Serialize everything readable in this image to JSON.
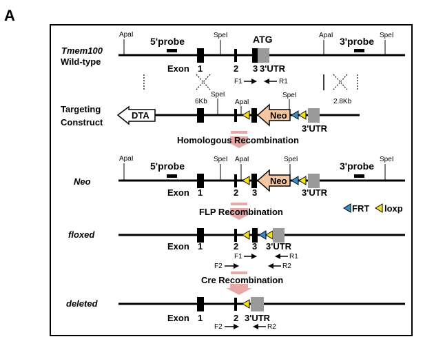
{
  "panel_label": "A",
  "legend": {
    "frt": "FRT",
    "loxp": "loxp"
  },
  "colors": {
    "frt": "#3a8ec6",
    "loxp": "#f2e21c",
    "neo": "#f6c6a3",
    "utr": "#9a9a9a",
    "arrow_pink": "#e8a8a8"
  },
  "rows": {
    "wildtype": {
      "label_line1": "Tmem100",
      "label_line2": "Wild-type",
      "sites": [
        "ApaI",
        "SpeI",
        "ApaI",
        "SpeI"
      ],
      "probe5": "5'probe",
      "probe3": "3'probe",
      "atg": "ATG",
      "exon_label": "Exon",
      "exon1": "1",
      "exon2": "2",
      "exon3": "3",
      "utr": "3'UTR",
      "primer_f1": "F1",
      "primer_r1": "R1"
    },
    "targeting": {
      "label_line1": "Targeting",
      "label_line2": "Construct",
      "dta": "DTA",
      "neo": "Neo",
      "utr": "3'UTR",
      "left_arm": "6Kb",
      "right_arm": "2.8Kb",
      "sites": [
        "SpeI",
        "ApaI",
        "SpeI"
      ]
    },
    "neo": {
      "label": "Neo",
      "sites": [
        "ApaI",
        "SpeI",
        "ApaI",
        "SpeI",
        "SpeI"
      ],
      "probe5": "5'probe",
      "probe3": "3'probe",
      "neo": "Neo",
      "exon_label": "Exon",
      "exon1": "1",
      "exon2": "2",
      "exon3": "3",
      "utr": "3'UTR"
    },
    "floxed": {
      "label": "floxed",
      "exon_label": "Exon",
      "exon1": "1",
      "exon2": "2",
      "exon3": "3",
      "utr": "3'UTR",
      "primer_f1": "F1",
      "primer_r1": "R1",
      "primer_f2": "F2",
      "primer_r2": "R2"
    },
    "deleted": {
      "label": "deleted",
      "exon_label": "Exon",
      "exon1": "1",
      "exon2": "2",
      "utr": "3'UTR",
      "primer_f2": "F2",
      "primer_r2": "R2"
    }
  },
  "steps": {
    "homologous": "Homologous Recombination",
    "flp": "FLP Recombination",
    "cre": "Cre Recombination"
  }
}
